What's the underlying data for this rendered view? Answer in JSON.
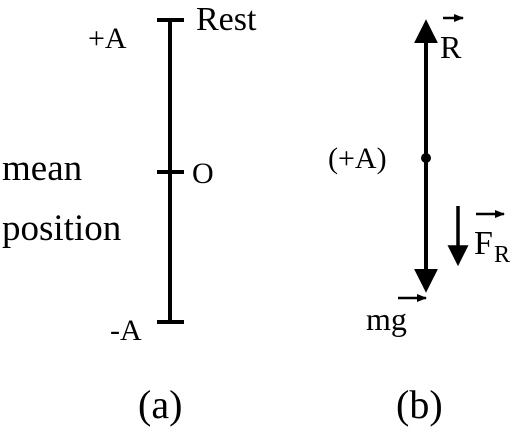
{
  "panel_a": {
    "top_label": "+A",
    "rest_label": "Rest",
    "mean_label_line1": "mean",
    "mean_label_line2": "position",
    "origin_label": "O",
    "bottom_label": "-A",
    "caption": "(a)"
  },
  "panel_b": {
    "reaction_label": "R",
    "position_label": "(+A)",
    "restoring_force_label": "F",
    "restoring_force_subscript": "R",
    "weight_label": "mg",
    "caption": "(b)"
  }
}
